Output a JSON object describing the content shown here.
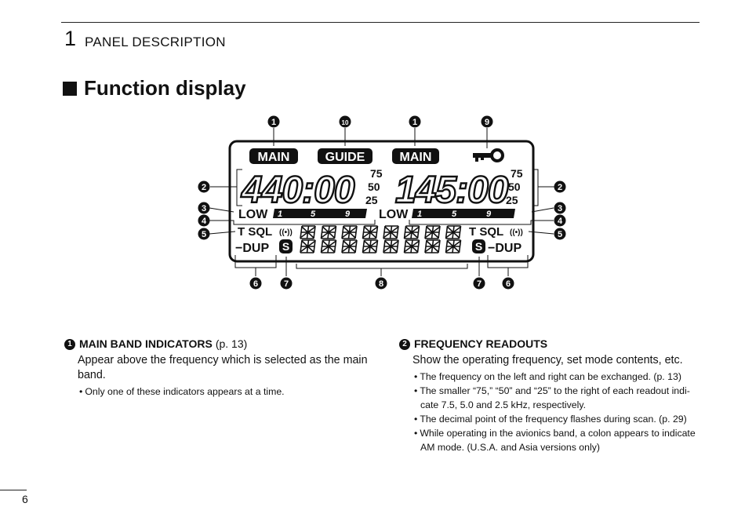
{
  "header": {
    "chapter_number": "1",
    "chapter_title": "PANEL DESCRIPTION"
  },
  "section": {
    "title": "Function display"
  },
  "display": {
    "main_left": "MAIN",
    "guide": "GUIDE",
    "main_right": "MAIN",
    "icon": "key-icon",
    "freq_left": "440:00",
    "freq_right": "145:00",
    "sub_freqs": [
      "75",
      "50",
      "25"
    ],
    "low": "LOW",
    "meter_marks": [
      "1",
      "5",
      "9"
    ],
    "tsql": "T SQL",
    "tone_symbol": "((•))",
    "dup": "−DUP",
    "s_badge": "S",
    "callouts": {
      "n1": "1",
      "n2": "2",
      "n3": "3",
      "n4": "4",
      "n5": "5",
      "n6": "6",
      "n7": "7",
      "n8": "8",
      "n9": "9",
      "n10": "10"
    }
  },
  "items": [
    {
      "number": "1",
      "heading": "MAIN BAND INDICATORS",
      "ref": "(p. 13)",
      "body": "Appear above the frequency which is selected as the main band.",
      "bullets": [
        "Only one of these indicators appears at a time."
      ]
    },
    {
      "number": "2",
      "heading": "FREQUENCY READOUTS",
      "ref": "",
      "body": "Show the operating frequency, set mode contents, etc.",
      "bullets": [
        "The frequency on the left and right can be exchanged. (p. 13)",
        "The smaller “75,” “50” and “25” to the right of each readout indi-cate 7.5, 5.0 and 2.5 kHz, respectively.",
        "The decimal point of the frequency flashes during scan. (p. 29)",
        "While operating in the avionics band, a colon appears to indicate AM mode. (U.S.A. and Asia versions only)"
      ]
    }
  ],
  "footer": {
    "page_number": "6"
  }
}
